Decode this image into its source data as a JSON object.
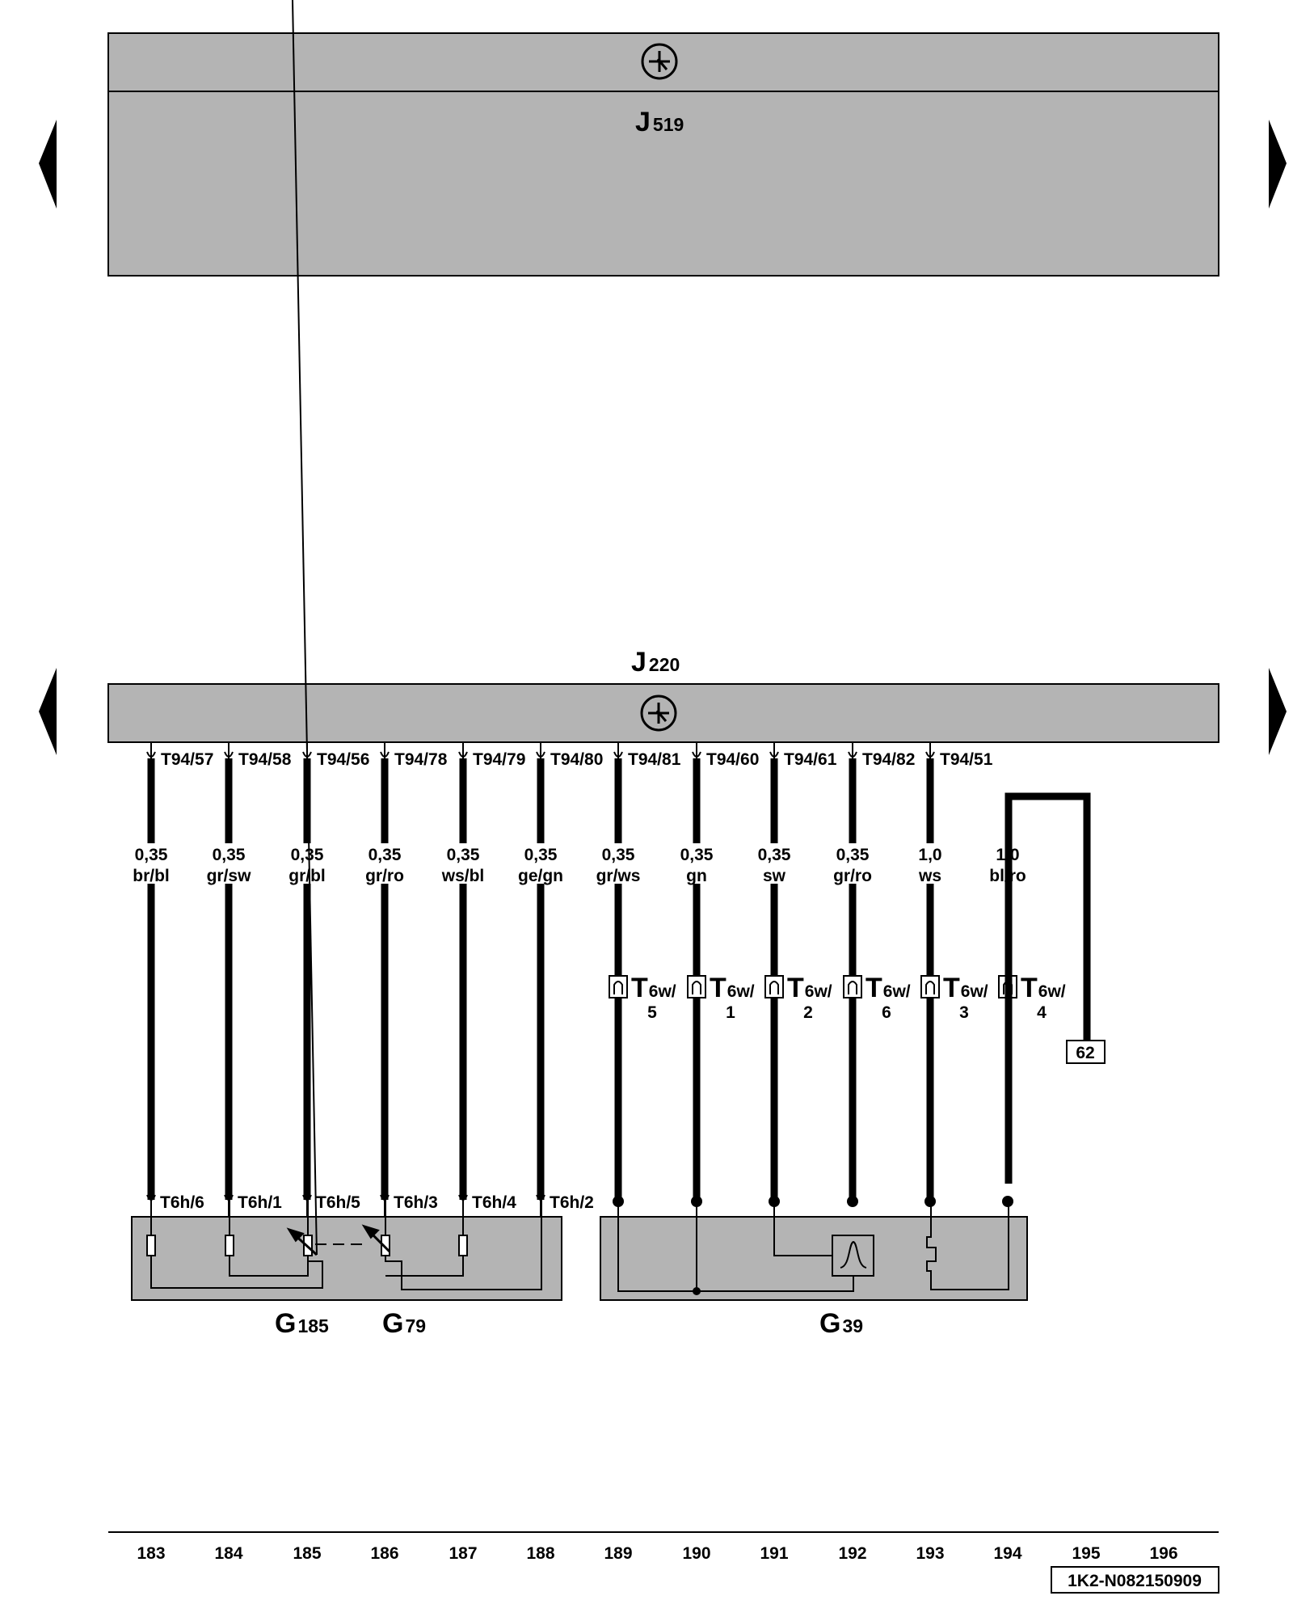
{
  "top_module": {
    "id": "J",
    "id_sub": "519",
    "icon": "transistor-symbol-icon"
  },
  "bottom_module": {
    "id": "J",
    "id_sub": "220",
    "icon": "transistor-symbol-icon"
  },
  "nav": {
    "left_icon": "triangle-left-icon",
    "right_icon": "triangle-right-icon"
  },
  "pins_top": [
    "T94/57",
    "T94/58",
    "T94/56",
    "T94/78",
    "T94/79",
    "T94/80",
    "T94/81",
    "T94/60",
    "T94/61",
    "T94/82",
    "T94/51"
  ],
  "wires": [
    {
      "size": "0,35",
      "color": "br/bl"
    },
    {
      "size": "0,35",
      "color": "gr/sw"
    },
    {
      "size": "0,35",
      "color": "gr/bl"
    },
    {
      "size": "0,35",
      "color": "gr/ro"
    },
    {
      "size": "0,35",
      "color": "ws/bl"
    },
    {
      "size": "0,35",
      "color": "ge/gn"
    },
    {
      "size": "0,35",
      "color": "gr/ws"
    },
    {
      "size": "0,35",
      "color": "gn"
    },
    {
      "size": "0,35",
      "color": "sw"
    },
    {
      "size": "0,35",
      "color": "gr/ro"
    },
    {
      "size": "1,0",
      "color": "ws"
    },
    {
      "size": "1,0",
      "color": "bl/ro"
    }
  ],
  "connectors_t6w": [
    {
      "main": "T",
      "sub": "6w/",
      "pin": "5"
    },
    {
      "main": "T",
      "sub": "6w/",
      "pin": "1"
    },
    {
      "main": "T",
      "sub": "6w/",
      "pin": "2"
    },
    {
      "main": "T",
      "sub": "6w/",
      "pin": "6"
    },
    {
      "main": "T",
      "sub": "6w/",
      "pin": "3"
    },
    {
      "main": "T",
      "sub": "6w/",
      "pin": "4"
    }
  ],
  "reference_box": "62",
  "pins_bottom": [
    "T6h/6",
    "T6h/1",
    "T6h/5",
    "T6h/3",
    "T6h/4",
    "T6h/2"
  ],
  "components": [
    {
      "id": "G",
      "sub": "185"
    },
    {
      "id": "G",
      "sub": "79"
    },
    {
      "id": "G",
      "sub": "39"
    }
  ],
  "column_numbers": [
    "183",
    "184",
    "185",
    "186",
    "187",
    "188",
    "189",
    "190",
    "191",
    "192",
    "193",
    "194",
    "195",
    "196"
  ],
  "doc_code": "1K2-N082150909"
}
